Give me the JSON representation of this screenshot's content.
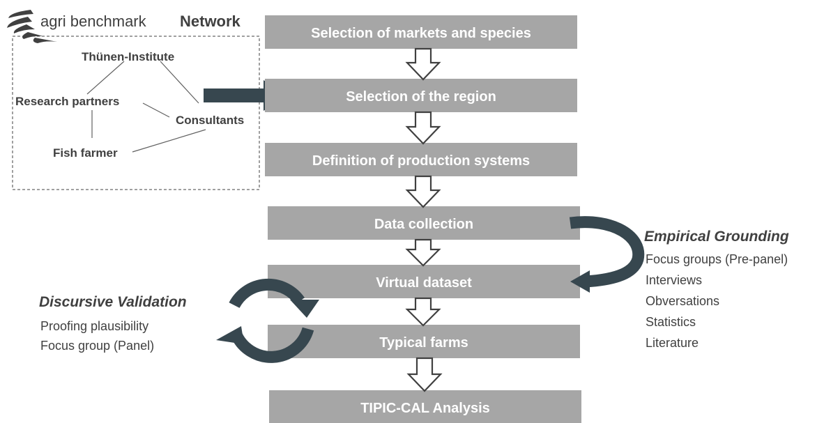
{
  "network": {
    "logo_text": "agri benchmark",
    "logo_bold": "Network",
    "nodes": {
      "institute": "Thünen-Institute",
      "research": "Research partners",
      "consultants": "Consultants",
      "farmer": "Fish farmer"
    }
  },
  "steps": [
    "Selection of markets and species",
    "Selection of the region",
    "Definition of production systems",
    "Data collection",
    "Virtual dataset",
    "Typical farms",
    "TIPIC-CAL Analysis"
  ],
  "empirical": {
    "heading": "Empirical Grounding",
    "items": [
      "Focus groups (Pre-panel)",
      "Interviews",
      "Obversations",
      "Statistics",
      "Literature"
    ]
  },
  "discursive": {
    "heading": "Discursive Validation",
    "items": [
      "Proofing plausibility",
      "Focus group (Panel)"
    ]
  },
  "colors": {
    "box": "#a6a6a6",
    "arrow_dark": "#37474f",
    "text": "#404040"
  }
}
